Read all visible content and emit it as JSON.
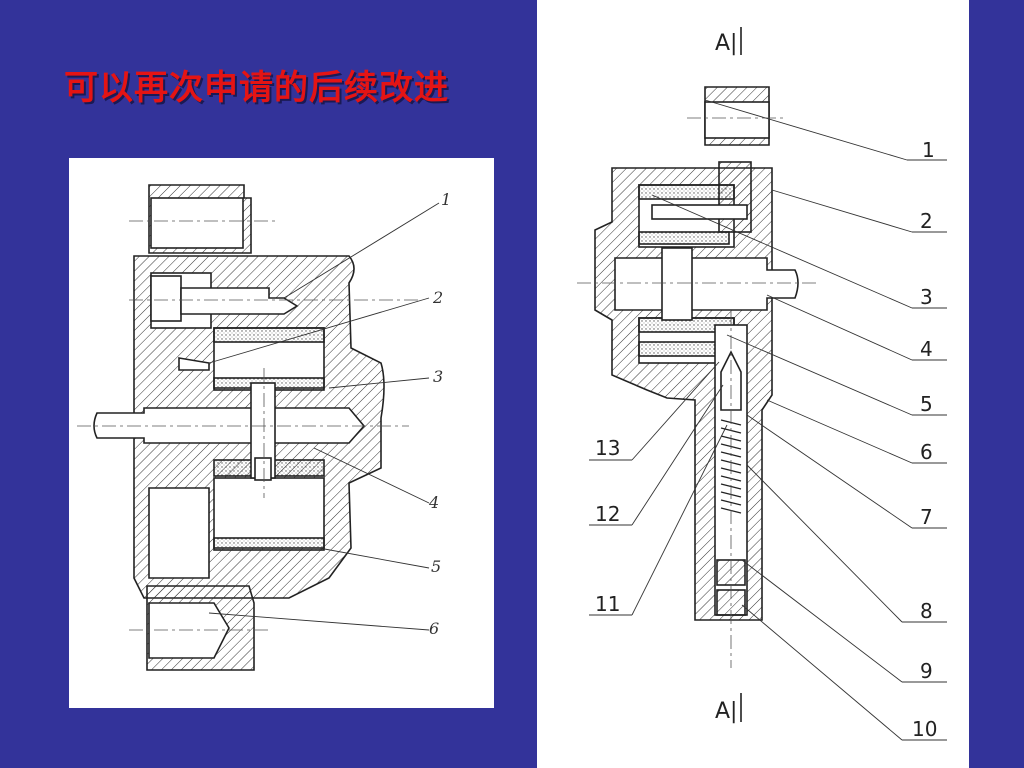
{
  "slide": {
    "title": "可以再次申请的后续改进",
    "colors": {
      "background": "#33339a",
      "title": "#e41414",
      "panel": "#ffffff",
      "ink": "#222222"
    }
  },
  "left_drawing": {
    "labels": [
      "1",
      "2",
      "3",
      "4",
      "5",
      "6"
    ]
  },
  "right_drawing": {
    "section_mark_top": "A|",
    "section_mark_bottom": "A|",
    "labels_right": [
      "1",
      "2",
      "3",
      "4",
      "5",
      "6",
      "7",
      "8",
      "9",
      "10"
    ],
    "labels_left": [
      "13",
      "12",
      "11"
    ]
  }
}
